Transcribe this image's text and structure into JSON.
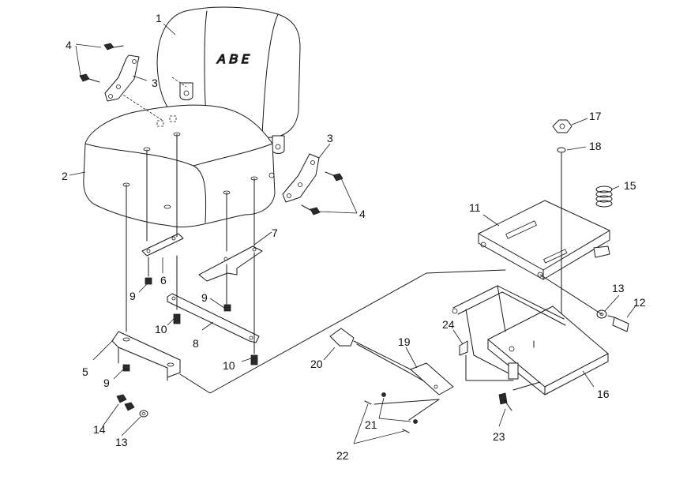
{
  "diagram": {
    "seat_logo_text": "ＡＢＥ",
    "callouts": [
      {
        "id": "c1",
        "text": "1"
      },
      {
        "id": "c2",
        "text": "2"
      },
      {
        "id": "c3a",
        "text": "3"
      },
      {
        "id": "c3b",
        "text": "3"
      },
      {
        "id": "c4a",
        "text": "4"
      },
      {
        "id": "c4b",
        "text": "4"
      },
      {
        "id": "c5",
        "text": "5"
      },
      {
        "id": "c6",
        "text": "6"
      },
      {
        "id": "c7",
        "text": "7"
      },
      {
        "id": "c8",
        "text": "8"
      },
      {
        "id": "c9a",
        "text": "9"
      },
      {
        "id": "c9b",
        "text": "9"
      },
      {
        "id": "c9c",
        "text": "9"
      },
      {
        "id": "c10a",
        "text": "10"
      },
      {
        "id": "c10b",
        "text": "10"
      },
      {
        "id": "c11",
        "text": "11"
      },
      {
        "id": "c12",
        "text": "12"
      },
      {
        "id": "c13a",
        "text": "13"
      },
      {
        "id": "c13b",
        "text": "13"
      },
      {
        "id": "c14",
        "text": "14"
      },
      {
        "id": "c15",
        "text": "15"
      },
      {
        "id": "c16",
        "text": "16"
      },
      {
        "id": "c17",
        "text": "17"
      },
      {
        "id": "c18",
        "text": "18"
      },
      {
        "id": "c19",
        "text": "19"
      },
      {
        "id": "c20",
        "text": "20"
      },
      {
        "id": "c21",
        "text": "21"
      },
      {
        "id": "c22",
        "text": "22"
      },
      {
        "id": "c23",
        "text": "23"
      },
      {
        "id": "c24",
        "text": "24"
      }
    ]
  }
}
